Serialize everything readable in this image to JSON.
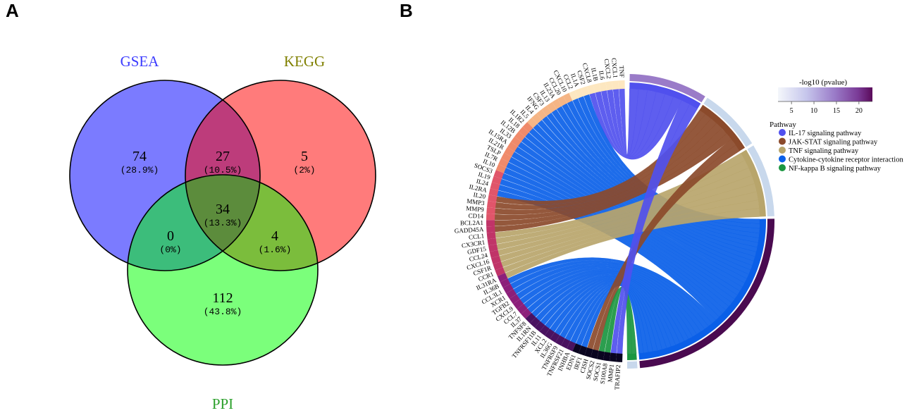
{
  "panels": [
    {
      "letter": "A"
    },
    {
      "letter": "B"
    }
  ],
  "chart_data": [
    {
      "type": "venn",
      "sets": [
        {
          "name": "GSEA",
          "color": "#7b7bff",
          "label_color": "#3b3bff"
        },
        {
          "name": "KEGG",
          "color": "#ff7b7b",
          "label_color": "#808000"
        },
        {
          "name": "PPI",
          "color": "#7bff7b",
          "label_color": "#2ca02c"
        }
      ],
      "regions": [
        {
          "sets": [
            "GSEA"
          ],
          "count": "74",
          "percent": "(28.9%)",
          "color": "#7b7bff"
        },
        {
          "sets": [
            "KEGG"
          ],
          "count": "5",
          "percent": "(2%)",
          "color": "#ff7b7b"
        },
        {
          "sets": [
            "PPI"
          ],
          "count": "112",
          "percent": "(43.8%)",
          "color": "#7bff7b"
        },
        {
          "sets": [
            "GSEA",
            "KEGG"
          ],
          "count": "27",
          "percent": "(10.5%)",
          "color": "#bd3c7b"
        },
        {
          "sets": [
            "GSEA",
            "PPI"
          ],
          "count": "0",
          "percent": "(0%)",
          "color": "#3cbd7b"
        },
        {
          "sets": [
            "KEGG",
            "PPI"
          ],
          "count": "4",
          "percent": "(1.6%)",
          "color": "#7bbd3c"
        },
        {
          "sets": [
            "GSEA",
            "KEGG",
            "PPI"
          ],
          "count": "34",
          "percent": "(13.3%)",
          "color": "#5c8c3c"
        }
      ]
    },
    {
      "type": "chord",
      "colorbar": {
        "title": "-log10 (pvalue)",
        "ticks": [
          "5",
          "10",
          "15",
          "20"
        ],
        "min": 2,
        "max": 23
      },
      "legend": {
        "title": "Pathway",
        "items": [
          {
            "label": "IL-17 signaling pathway",
            "color": "#5050ee",
            "pvalue": 9
          },
          {
            "label": "JAK-STAT signaling pathway",
            "color": "#8b4a2b",
            "pvalue": 7
          },
          {
            "label": "TNF signaling pathway",
            "color": "#b8a56b",
            "pvalue": 5
          },
          {
            "label": "Cytokine-cytokine receptor interaction",
            "color": "#0a5fe8",
            "pvalue": 22
          },
          {
            "label": "NF-kappa B signaling pathway",
            "color": "#1a9640",
            "pvalue": 3
          }
        ]
      },
      "genes": [
        "TNF",
        "CXCL1",
        "CXCL2",
        "IL6",
        "IL1B",
        "CXCL8",
        "CSF2",
        "IL1A",
        "CCL2",
        "CXCL10",
        "CCL20",
        "IL23A",
        "IL13",
        "CSF3",
        "IFNG",
        "IL4",
        "IL5",
        "IL1R2",
        "IL18",
        "IL12B",
        "IL33",
        "IL15RA",
        "IL21R",
        "TSLP",
        "IL7R",
        "IL10",
        "SOCS3",
        "IL19",
        "IL24",
        "IL2RA",
        "IL20",
        "MMP3",
        "MMP9",
        "CD14",
        "BCL2A1",
        "GADD45A",
        "CCL1",
        "CX3CR1",
        "GDF15",
        "CCL24",
        "CXCL16",
        "CSF1R",
        "CCR1",
        "IL31RA",
        "IL36B",
        "CCL3L1",
        "XCR1",
        "TGFB2",
        "CXCL9",
        "CCL7",
        "IL37",
        "TNFSF8",
        "IL1RN",
        "TNFRSF11B",
        "IL11",
        "XCL2",
        "IL36G",
        "TNFRSF9",
        "TNFRSF21",
        "INHBA",
        "EDN1",
        "IRF1",
        "CISH",
        "SOCS2",
        "SOCS1",
        "S100A8",
        "MMP1",
        "TRAFIP2"
      ]
    }
  ]
}
